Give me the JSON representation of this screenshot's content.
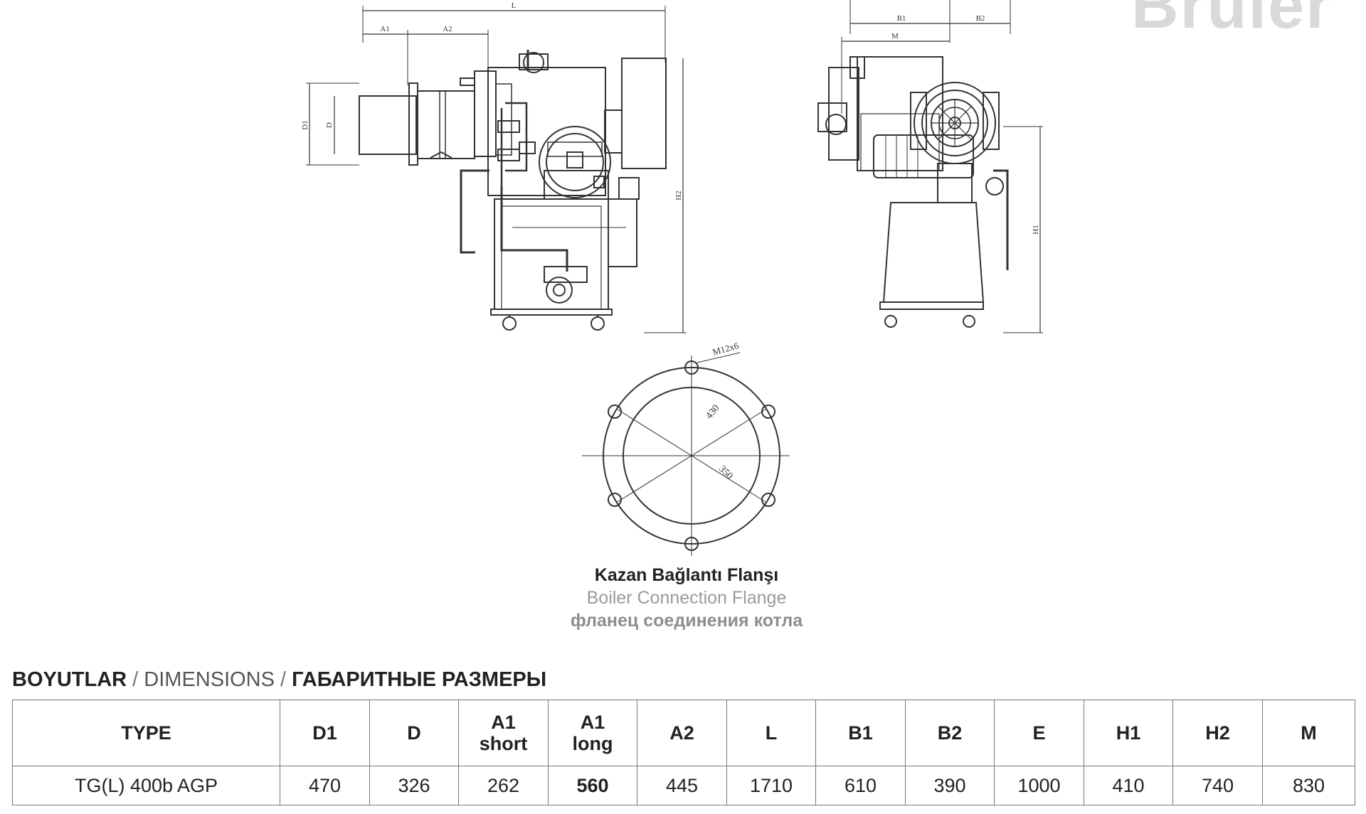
{
  "brand": {
    "text": "Bruler"
  },
  "drawing_labels": {
    "L": "L",
    "A1": "A1",
    "A2": "A2",
    "D1": "D1",
    "D": "D",
    "H2": "H2",
    "B1": "B1",
    "B2": "B2",
    "M": "M",
    "H1": "H1",
    "bolt": "M12x6",
    "dia_outer": "430",
    "dia_inner": "350"
  },
  "caption": {
    "tr": "Kazan Bağlantı Flanşı",
    "en": "Boiler Connection Flange",
    "ru": "фланец соединения котла"
  },
  "heading": {
    "tr": "BOYUTLAR",
    "sep1": " / ",
    "en": "DIMENSIONS",
    "sep2": " / ",
    "ru": "ГАБАРИТНЫЕ РАЗМЕРЫ"
  },
  "table": {
    "headers": {
      "type": "TYPE",
      "d1": "D1",
      "d": "D",
      "a1short_1": "A1",
      "a1short_2": "short",
      "a1long_1": "A1",
      "a1long_2": "long",
      "a2": "A2",
      "l": "L",
      "b1": "B1",
      "b2": "B2",
      "e": "E",
      "h1": "H1",
      "h2": "H2",
      "m": "M"
    },
    "row": {
      "type": "TG(L) 400b AGP",
      "d1": "470",
      "d": "326",
      "a1short": "262",
      "a1long": "560",
      "a2": "445",
      "l": "1710",
      "b1": "610",
      "b2": "390",
      "e": "1000",
      "h1": "410",
      "h2": "740",
      "m": "830"
    }
  }
}
